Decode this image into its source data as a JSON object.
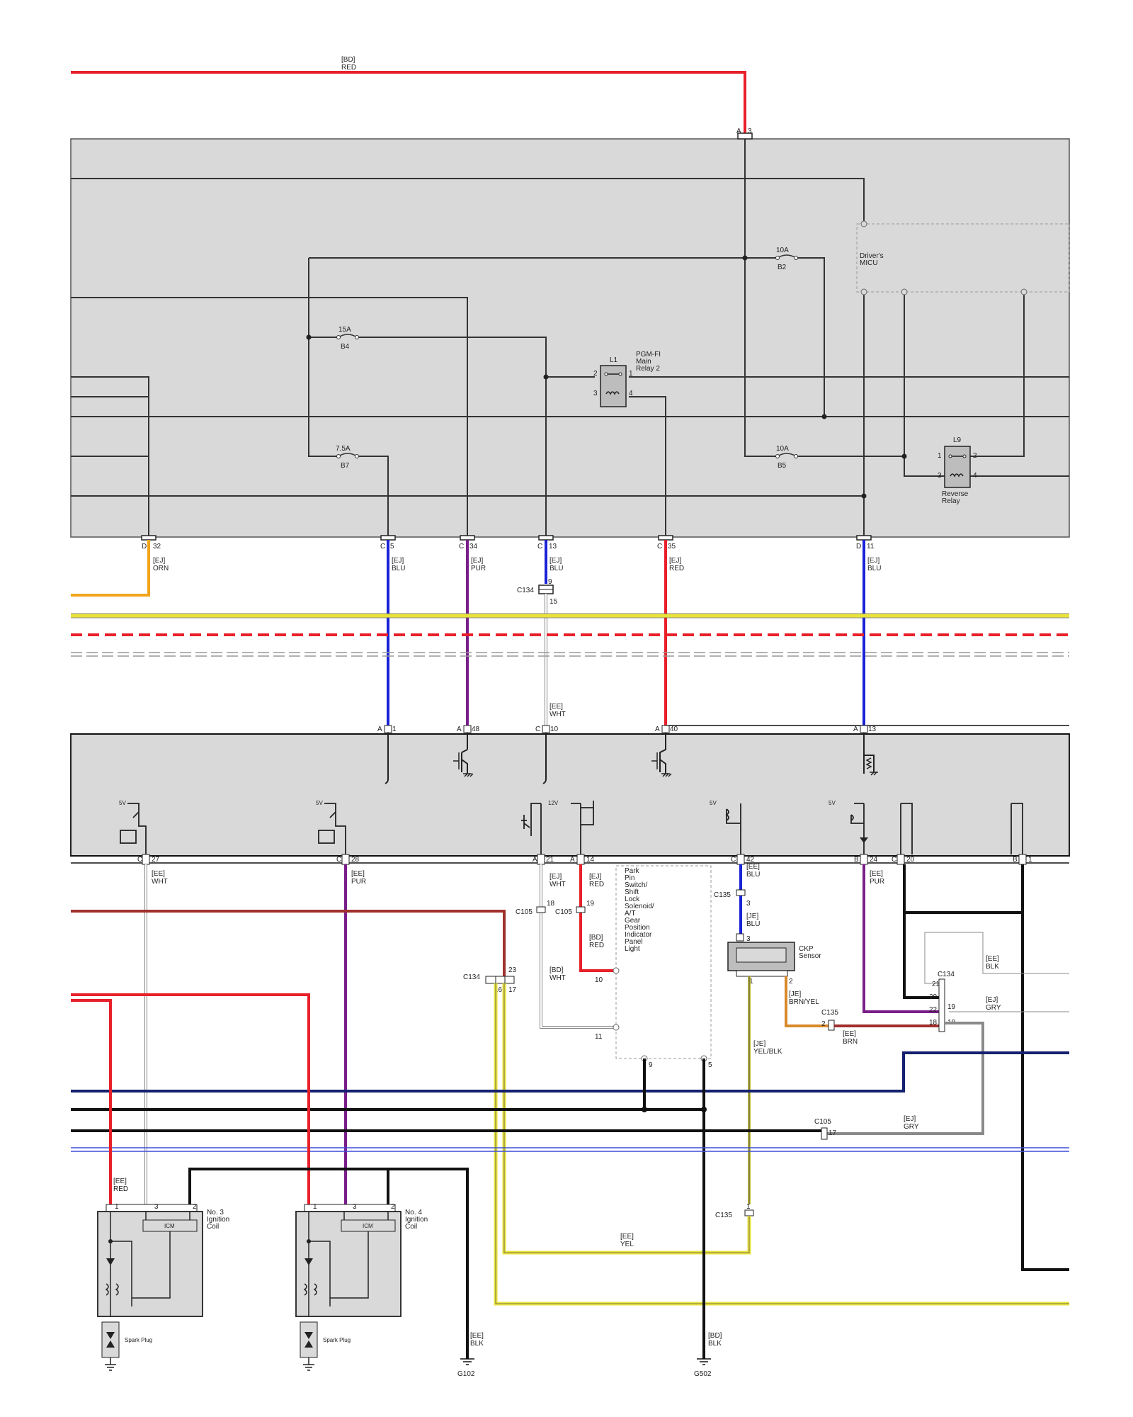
{
  "colors": {
    "RED": "#e8202a",
    "BLU": "#1a23d6",
    "PUR": "#7a1f8a",
    "ORN": "#f2a41b",
    "YEL": "#e9e33a",
    "WHT": "#bdbdbd",
    "BLK": "#111111",
    "GRY": "#8a8a8a",
    "BRN": "#a0302c",
    "NAVY": "#14206f",
    "BRN_YEL": "#d98a2b",
    "YEL_BLK": "#c8c23a",
    "GREEN": "#3a3a3a",
    "box": "#d9d9d9",
    "line": "#333333"
  },
  "wires": {
    "top_red": {
      "code": "[BD]",
      "color": "RED"
    },
    "d32": {
      "code": "[EJ]",
      "color": "ORN"
    },
    "c5": {
      "code": "[EJ]",
      "color": "BLU"
    },
    "c34": {
      "code": "[EJ]",
      "color": "PUR"
    },
    "c13": {
      "code": "[EJ]",
      "color": "BLU"
    },
    "c35": {
      "code": "[EJ]",
      "color": "RED"
    },
    "d11": {
      "code": "[EJ]",
      "color": "BLU"
    },
    "c134_wht": {
      "code": "[EE]",
      "color": "WHT"
    },
    "c27": {
      "code": "[EE]",
      "color": "WHT"
    },
    "c28": {
      "code": "[EE]",
      "color": "PUR"
    },
    "a21": {
      "code": "[EJ]",
      "color": "WHT"
    },
    "a14": {
      "code": "[EJ]",
      "color": "RED"
    },
    "bd_red": {
      "code": "[BD]",
      "color": "RED"
    },
    "bd_wht": {
      "code": "[BD]",
      "color": "WHT"
    },
    "c42": {
      "code": "[EE]",
      "color": "BLU"
    },
    "je_blu": {
      "code": "[JE]",
      "color": "BLU"
    },
    "b24": {
      "code": "[EE]",
      "color": "PUR"
    },
    "je_brnyel": {
      "code": "[JE]",
      "color": "BRN/YEL"
    },
    "ee_brn": {
      "code": "[EE]",
      "color": "BRN"
    },
    "je_yelblk": {
      "code": "[JE]",
      "color": "YEL/BLK"
    },
    "ee_blk_right": {
      "code": "[EE]",
      "color": "BLK"
    },
    "ej_gry": {
      "code": "[EJ]",
      "color": "GRY"
    },
    "ej_gry2": {
      "code": "[EJ]",
      "color": "GRY"
    },
    "ee_yel": {
      "code": "[EE]",
      "color": "YEL"
    },
    "ee_red_coil": {
      "code": "[EE]",
      "color": "RED"
    },
    "ee_blk_g102": {
      "code": "[EE]",
      "color": "BLK"
    },
    "bd_blk_g502": {
      "code": "[BD]",
      "color": "BLK"
    }
  },
  "components": {
    "fuse_b2": {
      "rating": "10A",
      "name": "B2"
    },
    "fuse_b4": {
      "rating": "15A",
      "name": "B4"
    },
    "fuse_b7": {
      "rating": "7.5A",
      "name": "B7"
    },
    "fuse_b5": {
      "rating": "10A",
      "name": "B5"
    },
    "relay_l1": {
      "id": "L1",
      "name": "PGM-FI\nMain\nRelay 2",
      "pins": [
        "2",
        "1",
        "3",
        "4"
      ]
    },
    "relay_l9": {
      "id": "L9",
      "name": "Reverse\nRelay",
      "pins": [
        "1",
        "2",
        "3",
        "4"
      ]
    },
    "micu": {
      "name": "Driver's\nMICU"
    },
    "park_pin": {
      "name": "Park\nPin\nSwitch/\nShift\nLock\nSolenoid/\nA/T\nGear\nPosition\nIndicator\nPanel\nLight",
      "pins": [
        "10",
        "11",
        "9",
        "5"
      ]
    },
    "ckp": {
      "name": "CKP\nSensor",
      "pins": [
        "3",
        "1",
        "2"
      ]
    },
    "coil3": {
      "name": "No. 3\nIgnition\nCoil",
      "icm": "ICM",
      "pins": [
        "1",
        "3",
        "2"
      ],
      "plug": "Spark Plug"
    },
    "coil4": {
      "name": "No. 4\nIgnition\nCoil",
      "icm": "ICM",
      "pins": [
        "1",
        "3",
        "2"
      ],
      "plug": "Spark Plug"
    },
    "g102": "G102",
    "g502": "G502"
  },
  "connectors": {
    "a3": {
      "letter": "A",
      "pin": "3"
    },
    "d32": {
      "letter": "D",
      "pin": "32"
    },
    "c5": {
      "letter": "C",
      "pin": "5"
    },
    "c34": {
      "letter": "C",
      "pin": "34"
    },
    "c13": {
      "letter": "C",
      "pin": "13"
    },
    "c35": {
      "letter": "C",
      "pin": "35"
    },
    "d11": {
      "letter": "D",
      "pin": "11"
    },
    "c134_top": {
      "name": "C134",
      "pins": [
        "9",
        "15"
      ]
    },
    "a1": {
      "letter": "A",
      "pin": "1"
    },
    "a48": {
      "letter": "A",
      "pin": "48"
    },
    "c10": {
      "letter": "C",
      "pin": "10"
    },
    "a40": {
      "letter": "A",
      "pin": "40"
    },
    "a13": {
      "letter": "A",
      "pin": "13"
    },
    "c27": {
      "letter": "C",
      "pin": "27"
    },
    "c28": {
      "letter": "C",
      "pin": "28"
    },
    "a21": {
      "letter": "A",
      "pin": "21"
    },
    "a14": {
      "letter": "A",
      "pin": "14"
    },
    "c42": {
      "letter": "C",
      "pin": "42"
    },
    "b24": {
      "letter": "B",
      "pin": "24"
    },
    "c20": {
      "letter": "C",
      "pin": "20"
    },
    "b1": {
      "letter": "B",
      "pin": "1"
    },
    "c105_18": {
      "name": "C105",
      "pin": "18"
    },
    "c105_19": {
      "name": "C105",
      "pin": "19"
    },
    "c135_3": {
      "name": "C135",
      "pin": "3"
    },
    "c134_mid": {
      "name": "C134",
      "pins": [
        "23",
        "16",
        "17"
      ]
    },
    "c134_right": {
      "name": "C134",
      "pins": [
        "21",
        "20",
        "22",
        "18",
        "19",
        "18"
      ]
    },
    "c135_2": {
      "name": "C135",
      "pin": "2"
    },
    "c105_17": {
      "name": "C105",
      "pin": "17"
    },
    "c135_1": {
      "name": "C135",
      "pin": "1"
    }
  },
  "voltages": {
    "v5": "5V",
    "v12": "12V"
  }
}
